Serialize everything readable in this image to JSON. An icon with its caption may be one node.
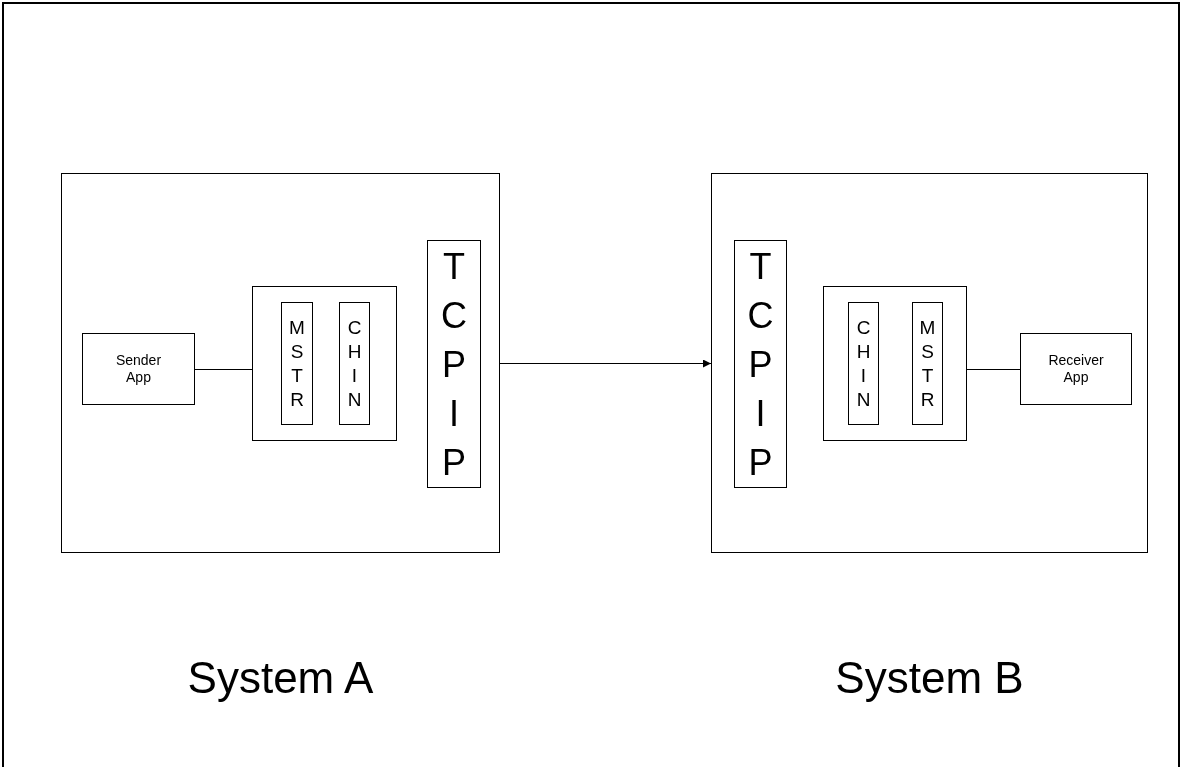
{
  "diagram": {
    "nodes": [
      {
        "text": [],
        "shape": "box",
        "beside": [
          "System A"
        ]
      },
      {
        "text": [
          "Sender App"
        ],
        "in": 0
      },
      {
        "text": [],
        "shape": "box",
        "in": 0
      },
      {
        "text": [
          "MSTR"
        ],
        "in": 2
      },
      {
        "text": [
          "CHIN"
        ],
        "in": 2
      },
      {
        "text": [
          "TCPIP"
        ],
        "in": 0
      },
      {
        "text": [],
        "shape": "box",
        "beside": [
          "System B"
        ]
      },
      {
        "text": [
          "TCPIP"
        ],
        "in": 6
      },
      {
        "text": [],
        "shape": "box",
        "in": 6
      },
      {
        "text": [
          "CHIN"
        ],
        "in": 8
      },
      {
        "text": [
          "MSTR"
        ],
        "in": 8
      },
      {
        "text": [
          "Receiver App"
        ],
        "in": 6
      }
    ],
    "edges": [
      {
        "from": 1,
        "to": 2,
        "arrow": "none"
      },
      {
        "from": 0,
        "to": 6,
        "arrow": "to"
      },
      {
        "from": 8,
        "to": 11,
        "arrow": "none"
      }
    ]
  }
}
